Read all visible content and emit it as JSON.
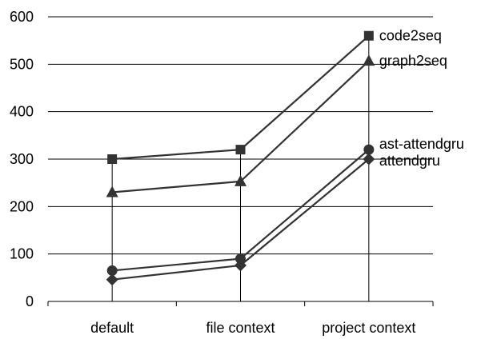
{
  "chart_data": {
    "type": "line",
    "title": "",
    "xlabel": "",
    "ylabel": "",
    "categories": [
      "default",
      "file context",
      "project context"
    ],
    "ylim": [
      0,
      600
    ],
    "yticks": [
      0,
      100,
      200,
      300,
      400,
      500,
      600
    ],
    "grid": "horizontal",
    "legend": "none (series labeled at line ends)",
    "series": [
      {
        "name": "code2seq",
        "marker": "square",
        "values": [
          300,
          320,
          560
        ]
      },
      {
        "name": "graph2seq",
        "marker": "triangle",
        "values": [
          230,
          253,
          507
        ]
      },
      {
        "name": "ast-attendgru",
        "marker": "circle",
        "values": [
          65,
          90,
          320
        ]
      },
      {
        "name": "attendgru",
        "marker": "diamond",
        "values": [
          46,
          76,
          300
        ]
      }
    ],
    "colors": {
      "line": "#333333",
      "marker": "#333333",
      "grid": "#000000"
    }
  }
}
